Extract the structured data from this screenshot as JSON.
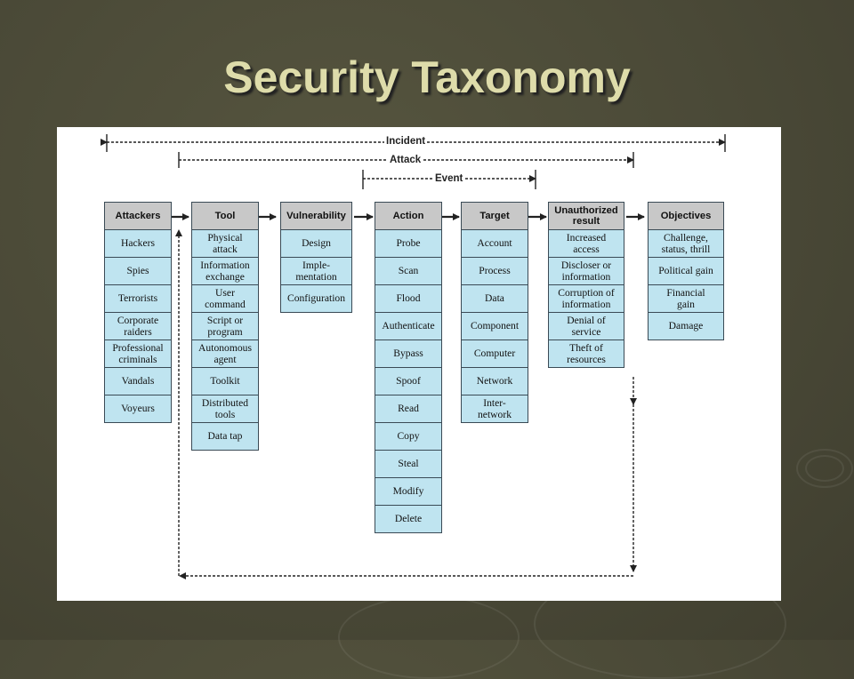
{
  "slide": {
    "title": "Security Taxonomy"
  },
  "spans": {
    "incident": "Incident",
    "attack": "Attack",
    "event": "Event"
  },
  "columns": [
    {
      "header": "Attackers",
      "items": [
        "Hackers",
        "Spies",
        "Terrorists",
        "Corporate\nraiders",
        "Professional\ncriminals",
        "Vandals",
        "Voyeurs"
      ]
    },
    {
      "header": "Tool",
      "items": [
        "Physical\nattack",
        "Information\nexchange",
        "User\ncommand",
        "Script or\nprogram",
        "Autonomous\nagent",
        "Toolkit",
        "Distributed\ntools",
        "Data tap"
      ]
    },
    {
      "header": "Vulnerability",
      "items": [
        "Design",
        "Imple-\nmentation",
        "Configuration"
      ]
    },
    {
      "header": "Action",
      "items": [
        "Probe",
        "Scan",
        "Flood",
        "Authenticate",
        "Bypass",
        "Spoof",
        "Read",
        "Copy",
        "Steal",
        "Modify",
        "Delete"
      ]
    },
    {
      "header": "Target",
      "items": [
        "Account",
        "Process",
        "Data",
        "Component",
        "Computer",
        "Network",
        "Inter-\nnetwork"
      ]
    },
    {
      "header": "Unauthorized\nresult",
      "items": [
        "Increased\naccess",
        "Discloser or\ninformation",
        "Corruption of\ninformation",
        "Denial of\nservice",
        "Theft of\nresources"
      ]
    },
    {
      "header": "Objectives",
      "items": [
        "Challenge,\nstatus, thrill",
        "Political gain",
        "Financial\ngain",
        "Damage"
      ]
    }
  ]
}
